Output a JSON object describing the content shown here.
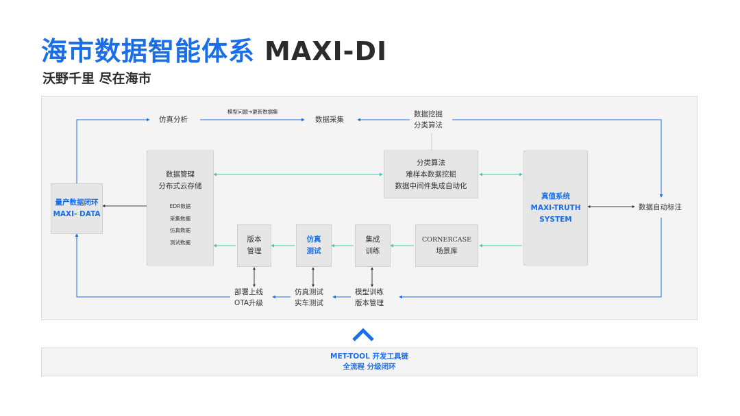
{
  "header": {
    "title_cn": "海市数据智能体系",
    "title_en": "MAXI-DI",
    "subtitle": "沃野千里 尽在海市"
  },
  "nodes": {
    "closed_loop": {
      "line1": "量产数据闭环",
      "line2": "MAXI- DATA"
    },
    "data_mgmt": {
      "line1": "数据管理",
      "line2": "分布式云存储"
    },
    "data_items": [
      "EDR数据",
      "采集数据",
      "仿真数据",
      "测试数据"
    ],
    "algo": {
      "line1": "分类算法",
      "line2": "难样本数据挖掘",
      "line3": "数据中间件集成自动化"
    },
    "truth": {
      "line1": "真值系统",
      "line2": "MAXI-TRUTH",
      "line3": "SYSTEM"
    },
    "version_mgmt": {
      "line1": "版本",
      "line2": "管理"
    },
    "sim_test": {
      "line1": "仿真",
      "line2": "测试"
    },
    "integration": {
      "line1": "集成",
      "line2": "训练"
    },
    "cornercase": {
      "line1": "CORNERCASE",
      "line2": "场景库"
    }
  },
  "labels": {
    "sim_analysis": "仿真分析",
    "model_issue": "模型问题➔更新数据集",
    "data_collect": "数据采集",
    "mining": {
      "line1": "数据挖掘",
      "line2": "分类算法"
    },
    "auto_label": "数据自动标注",
    "deploy": {
      "line1": "部署上线",
      "line2": "OTA升级"
    },
    "test": {
      "line1": "仿真测试",
      "line2": "实车测试"
    },
    "train": {
      "line1": "模型训练",
      "line2": "版本管理"
    }
  },
  "toolchain": {
    "line1": "MET-TOOL 开发工具链",
    "line2": "全流程 分级闭环"
  },
  "colors": {
    "accent_blue": "#1a6fe8",
    "teal": "#3cc8b4",
    "dark": "#2b2b2b",
    "panel_bg": "#f4f4f4",
    "box_bg": "#e6e6e6"
  }
}
